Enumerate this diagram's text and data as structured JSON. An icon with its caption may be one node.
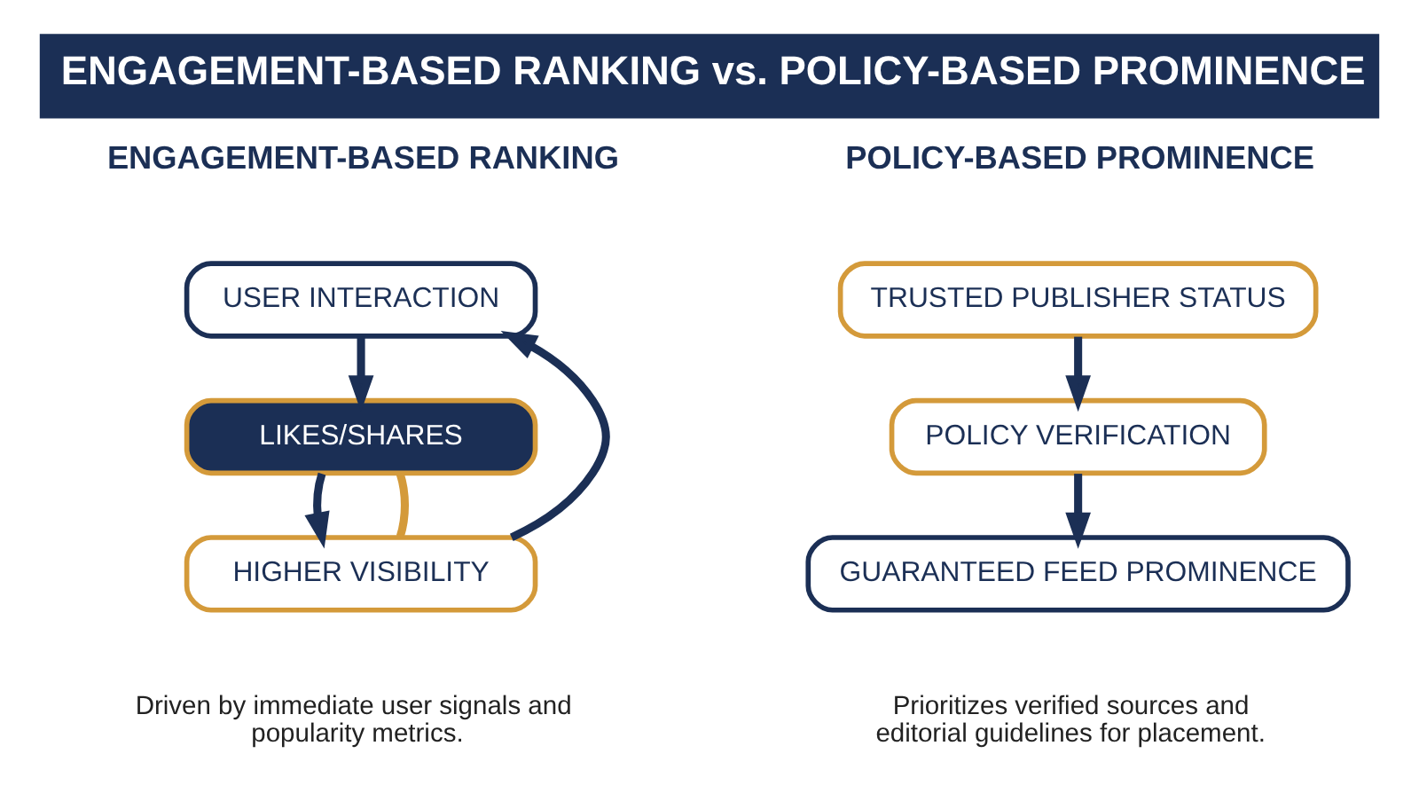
{
  "diagram": {
    "title": "ENGAGEMENT-BASED RANKING vs. POLICY-BASED PROMINENCE",
    "nodes": [
      {
        "text": [
          "USER INTERACTION"
        ]
      },
      {
        "text": [
          "LIKES/SHARES"
        ]
      },
      {
        "text": [
          "HIGHER VISIBILITY"
        ]
      },
      {
        "text": [
          "TRUSTED PUBLISHER STATUS"
        ]
      },
      {
        "text": [
          "POLICY VERIFICATION"
        ]
      },
      {
        "text": [
          "GUARANTEED FEED PROMINENCE"
        ]
      }
    ],
    "edges": [
      {
        "from": 0,
        "to": 1,
        "arrow": "to"
      },
      {
        "from": 1,
        "to": 2,
        "arrow": "to"
      },
      {
        "from": 2,
        "to": 0,
        "arrow": "to"
      },
      {
        "from": 1,
        "to": 2,
        "arrow": "none",
        "color": "#d49a3a"
      },
      {
        "from": 3,
        "to": 4,
        "arrow": "to"
      },
      {
        "from": 4,
        "to": 5,
        "arrow": "to"
      }
    ],
    "labels": [
      "ENGAGEMENT-BASED RANKING",
      "POLICY-BASED PROMINENCE",
      "Driven by immediate user signals and popularity metrics.",
      "Prioritizes verified sources and editorial guidelines for placement."
    ]
  }
}
